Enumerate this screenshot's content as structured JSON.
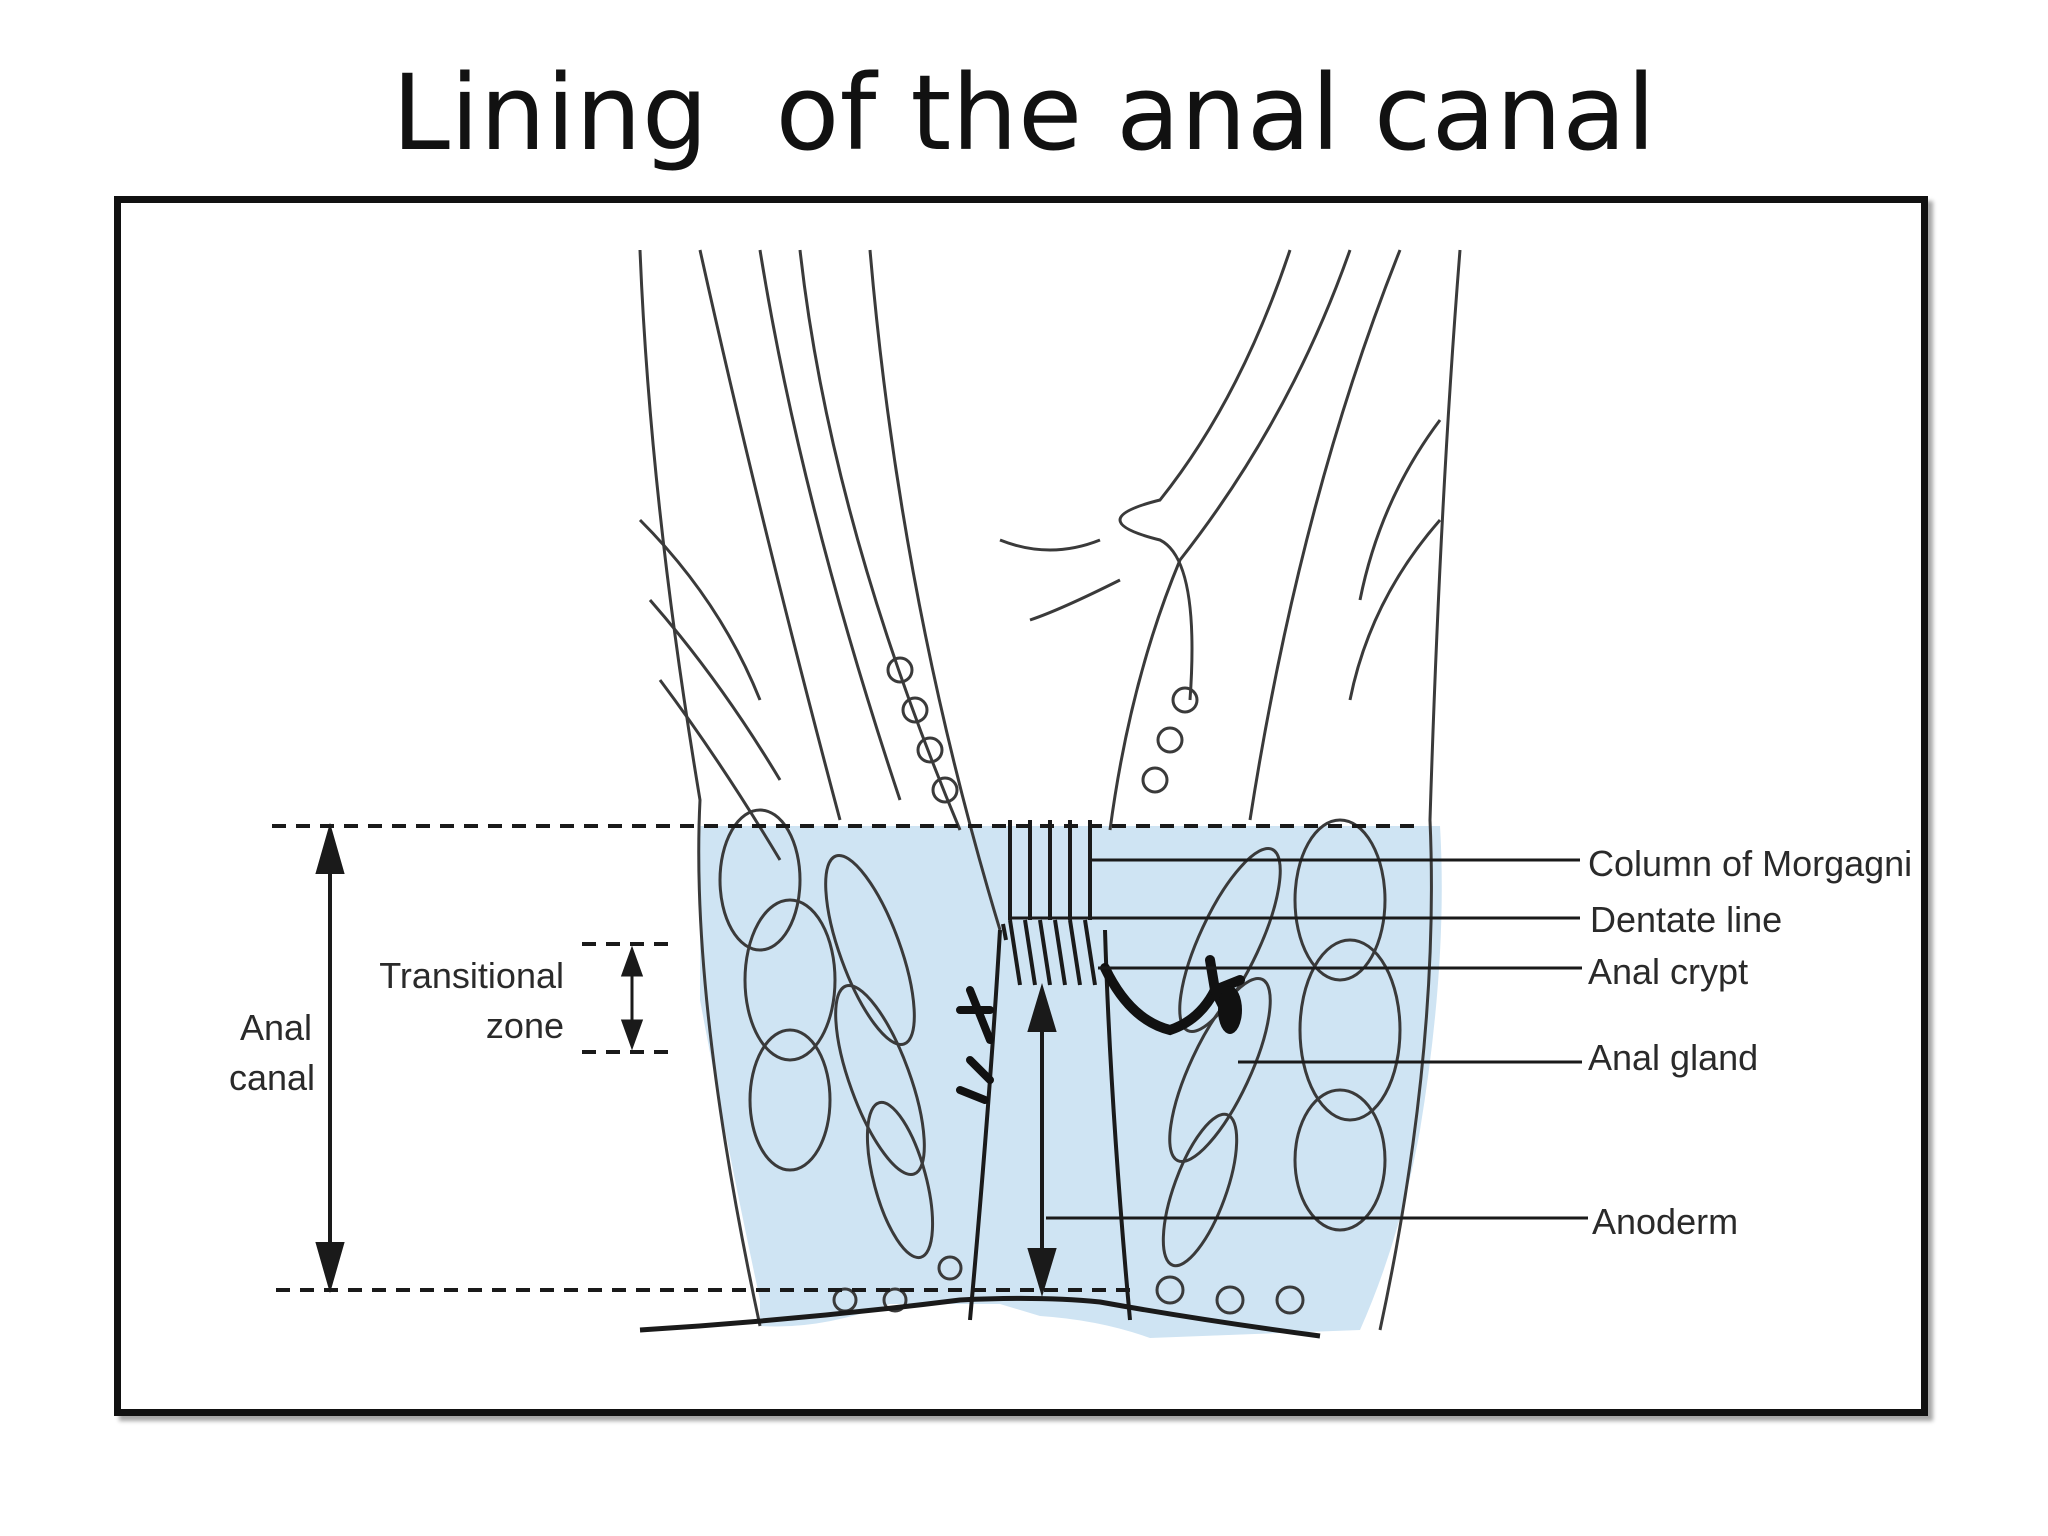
{
  "slide": {
    "title": "Lining  of the anal canal"
  },
  "diagram": {
    "labels": {
      "column_of_morgagni": "Column of Morgagni",
      "dentate_line": "Dentate line",
      "anal_crypt": "Anal crypt",
      "anal_gland": "Anal gland",
      "anoderm": "Anoderm",
      "transitional_line1": "Transitional",
      "transitional_line2": "zone",
      "anal_canal_line1": "Anal",
      "anal_canal_line2": "canal"
    },
    "colors": {
      "lining_fill": "#cfe4f3",
      "ink": "#1a1a1a",
      "frame": "#111111"
    }
  }
}
